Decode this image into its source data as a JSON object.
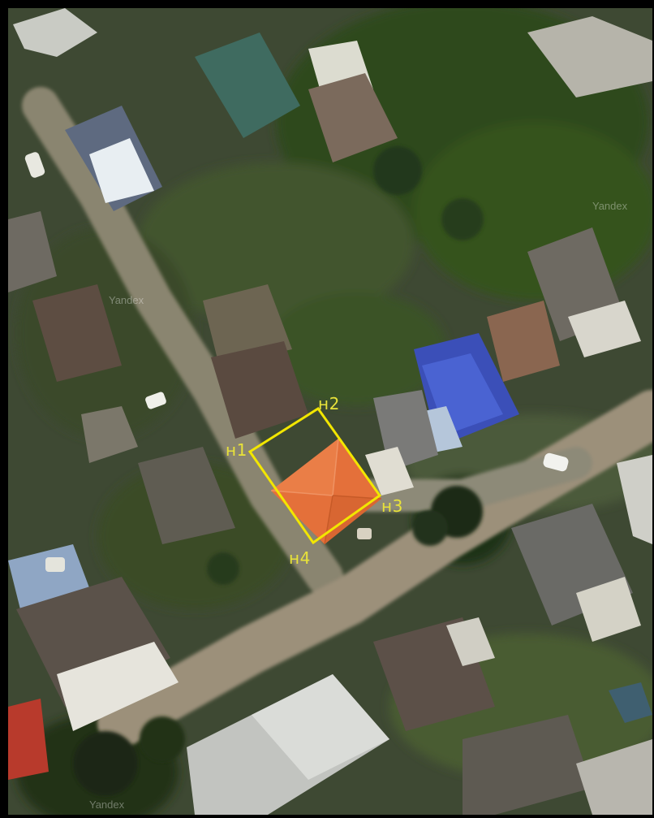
{
  "map": {
    "type": "satellite",
    "attribution": "Yandex"
  },
  "parcel": {
    "outline_color": "#f2e600",
    "label_color": "#e8e23a",
    "roof_color": "#e4703a",
    "vertices": [
      {
        "id": "h1",
        "label": "н1"
      },
      {
        "id": "h2",
        "label": "н2"
      },
      {
        "id": "h3",
        "label": "н3"
      },
      {
        "id": "h4",
        "label": "н4"
      }
    ]
  }
}
